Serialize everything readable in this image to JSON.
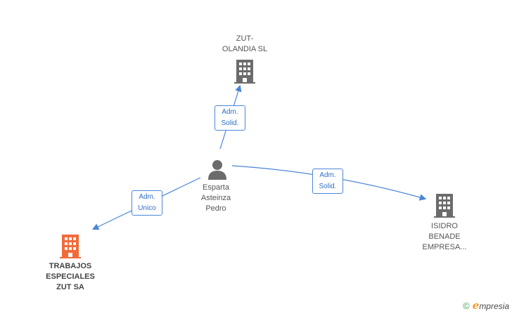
{
  "nodes": {
    "zut_olandia": {
      "label_line1": "ZUT-",
      "label_line2": "OLANDIA SL",
      "icon": "building-icon",
      "color": "#6b6b6b"
    },
    "esparta": {
      "label_line1": "Esparta",
      "label_line2": "Asteinza",
      "label_line3": "Pedro",
      "icon": "person-icon",
      "color": "#6b6b6b"
    },
    "isidro": {
      "label_line1": "ISIDRO",
      "label_line2": "BENADE",
      "label_line3": "EMPRESA...",
      "icon": "building-icon",
      "color": "#6b6b6b"
    },
    "trabajos": {
      "label_line1": "TRABAJOS",
      "label_line2": "ESPECIALES",
      "label_line3": "ZUT SA",
      "icon": "building-icon",
      "color": "#f26b3a"
    }
  },
  "edges": {
    "to_zut": {
      "line1": "Adm.",
      "line2": "Solid."
    },
    "to_isidro": {
      "line1": "Adm.",
      "line2": "Solid."
    },
    "to_trabajos": {
      "line1": "Adm.",
      "line2": "Unico"
    }
  },
  "colors": {
    "edge": "#4a86d8"
  },
  "brand": {
    "copyright": "©",
    "initial": "e",
    "rest": "mpresia"
  }
}
